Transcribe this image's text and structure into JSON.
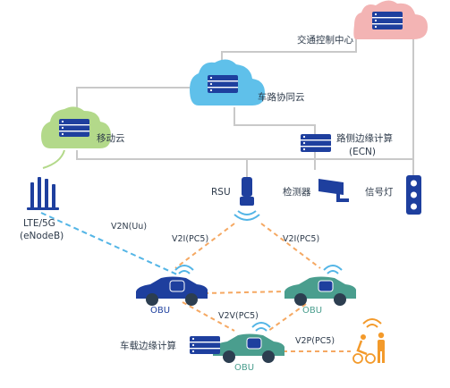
{
  "nodes": {
    "traffic_center": "交通控制中心",
    "road_cloud": "车路协同云",
    "mobile_cloud": "移动云",
    "ecn_line1": "路侧边缘计算",
    "ecn_line2": "(ECN)",
    "lte_line1": "LTE/5G",
    "lte_line2": "(eNodeB)",
    "rsu": "RSU",
    "detector": "检测器",
    "signal_light": "信号灯",
    "vehicle_edge": "车载边缘计算",
    "obu_left": "OBU",
    "obu_right": "OBU",
    "obu_bottom": "OBU"
  },
  "links": {
    "v2n": "V2N(Uu)",
    "v2i_left": "V2I(PC5)",
    "v2i_right": "V2I(PC5)",
    "v2v": "V2V(PC5)",
    "v2p": "V2P(PC5)"
  },
  "colors": {
    "cloud_pink": "#f3b4b4",
    "cloud_blue": "#5fc0ea",
    "cloud_green": "#b3d98a",
    "server": "#1e3f9e",
    "car_navy": "#1e3f9e",
    "car_teal": "#4a9e8e",
    "orange_link": "#f5a862",
    "blue_link": "#53b5e6",
    "wire": "#c9c9c9",
    "pedestrian": "#f39a2b"
  }
}
